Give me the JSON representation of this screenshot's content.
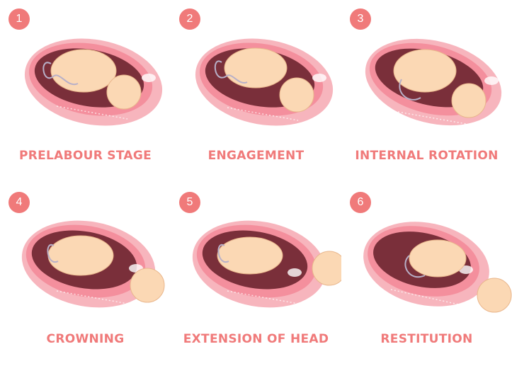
{
  "stages": [
    {
      "number": "1",
      "label": "PRELABOUR STAGE"
    },
    {
      "number": "2",
      "label": "ENGAGEMENT"
    },
    {
      "number": "3",
      "label": "INTERNAL ROTATION"
    },
    {
      "number": "4",
      "label": "CROWNING"
    },
    {
      "number": "5",
      "label": "EXTENSION OF HEAD"
    },
    {
      "number": "6",
      "label": "RESTITUTION"
    }
  ],
  "colors": {
    "accent": "#f07a7a",
    "uterus_outer": "#f7b5bd",
    "uterus_wall": "#f48f9d",
    "cavity": "#7a2f3a",
    "baby_skin": "#fbd8b4",
    "baby_outline": "#e9b68c",
    "cord": "#b8b0c8"
  }
}
